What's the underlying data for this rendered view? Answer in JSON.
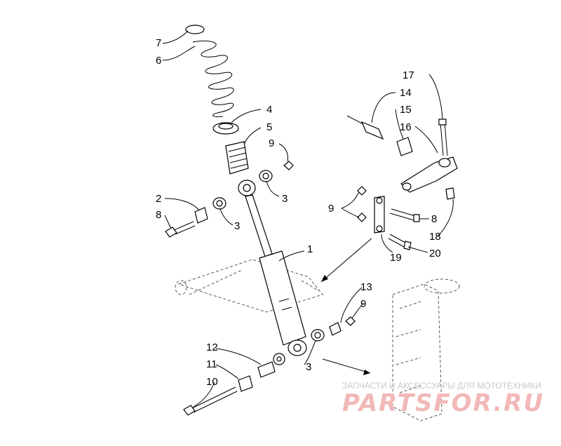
{
  "callouts": [
    {
      "id": "1",
      "text": "1"
    },
    {
      "id": "2",
      "text": "2"
    },
    {
      "id": "3a",
      "text": "3"
    },
    {
      "id": "3b",
      "text": "3"
    },
    {
      "id": "3c",
      "text": "3"
    },
    {
      "id": "4",
      "text": "4"
    },
    {
      "id": "5",
      "text": "5"
    },
    {
      "id": "6",
      "text": "6"
    },
    {
      "id": "7",
      "text": "7"
    },
    {
      "id": "8a",
      "text": "8"
    },
    {
      "id": "8b",
      "text": "8"
    },
    {
      "id": "9a",
      "text": "9"
    },
    {
      "id": "9b",
      "text": "9"
    },
    {
      "id": "9c",
      "text": "9"
    },
    {
      "id": "10",
      "text": "10"
    },
    {
      "id": "11",
      "text": "11"
    },
    {
      "id": "12",
      "text": "12"
    },
    {
      "id": "13",
      "text": "13"
    },
    {
      "id": "14",
      "text": "14"
    },
    {
      "id": "15",
      "text": "15"
    },
    {
      "id": "16",
      "text": "16"
    },
    {
      "id": "17",
      "text": "17"
    },
    {
      "id": "18",
      "text": "18"
    },
    {
      "id": "19",
      "text": "19"
    },
    {
      "id": "20",
      "text": "20"
    }
  ],
  "watermark": {
    "subtitle": "ЗАПЧАСТИ И АКСЕССУАРЫ ДЛЯ МОТОТЕХНИКИ",
    "brand": "PARTSFOR.RU",
    "color": "#f2b8b8"
  }
}
